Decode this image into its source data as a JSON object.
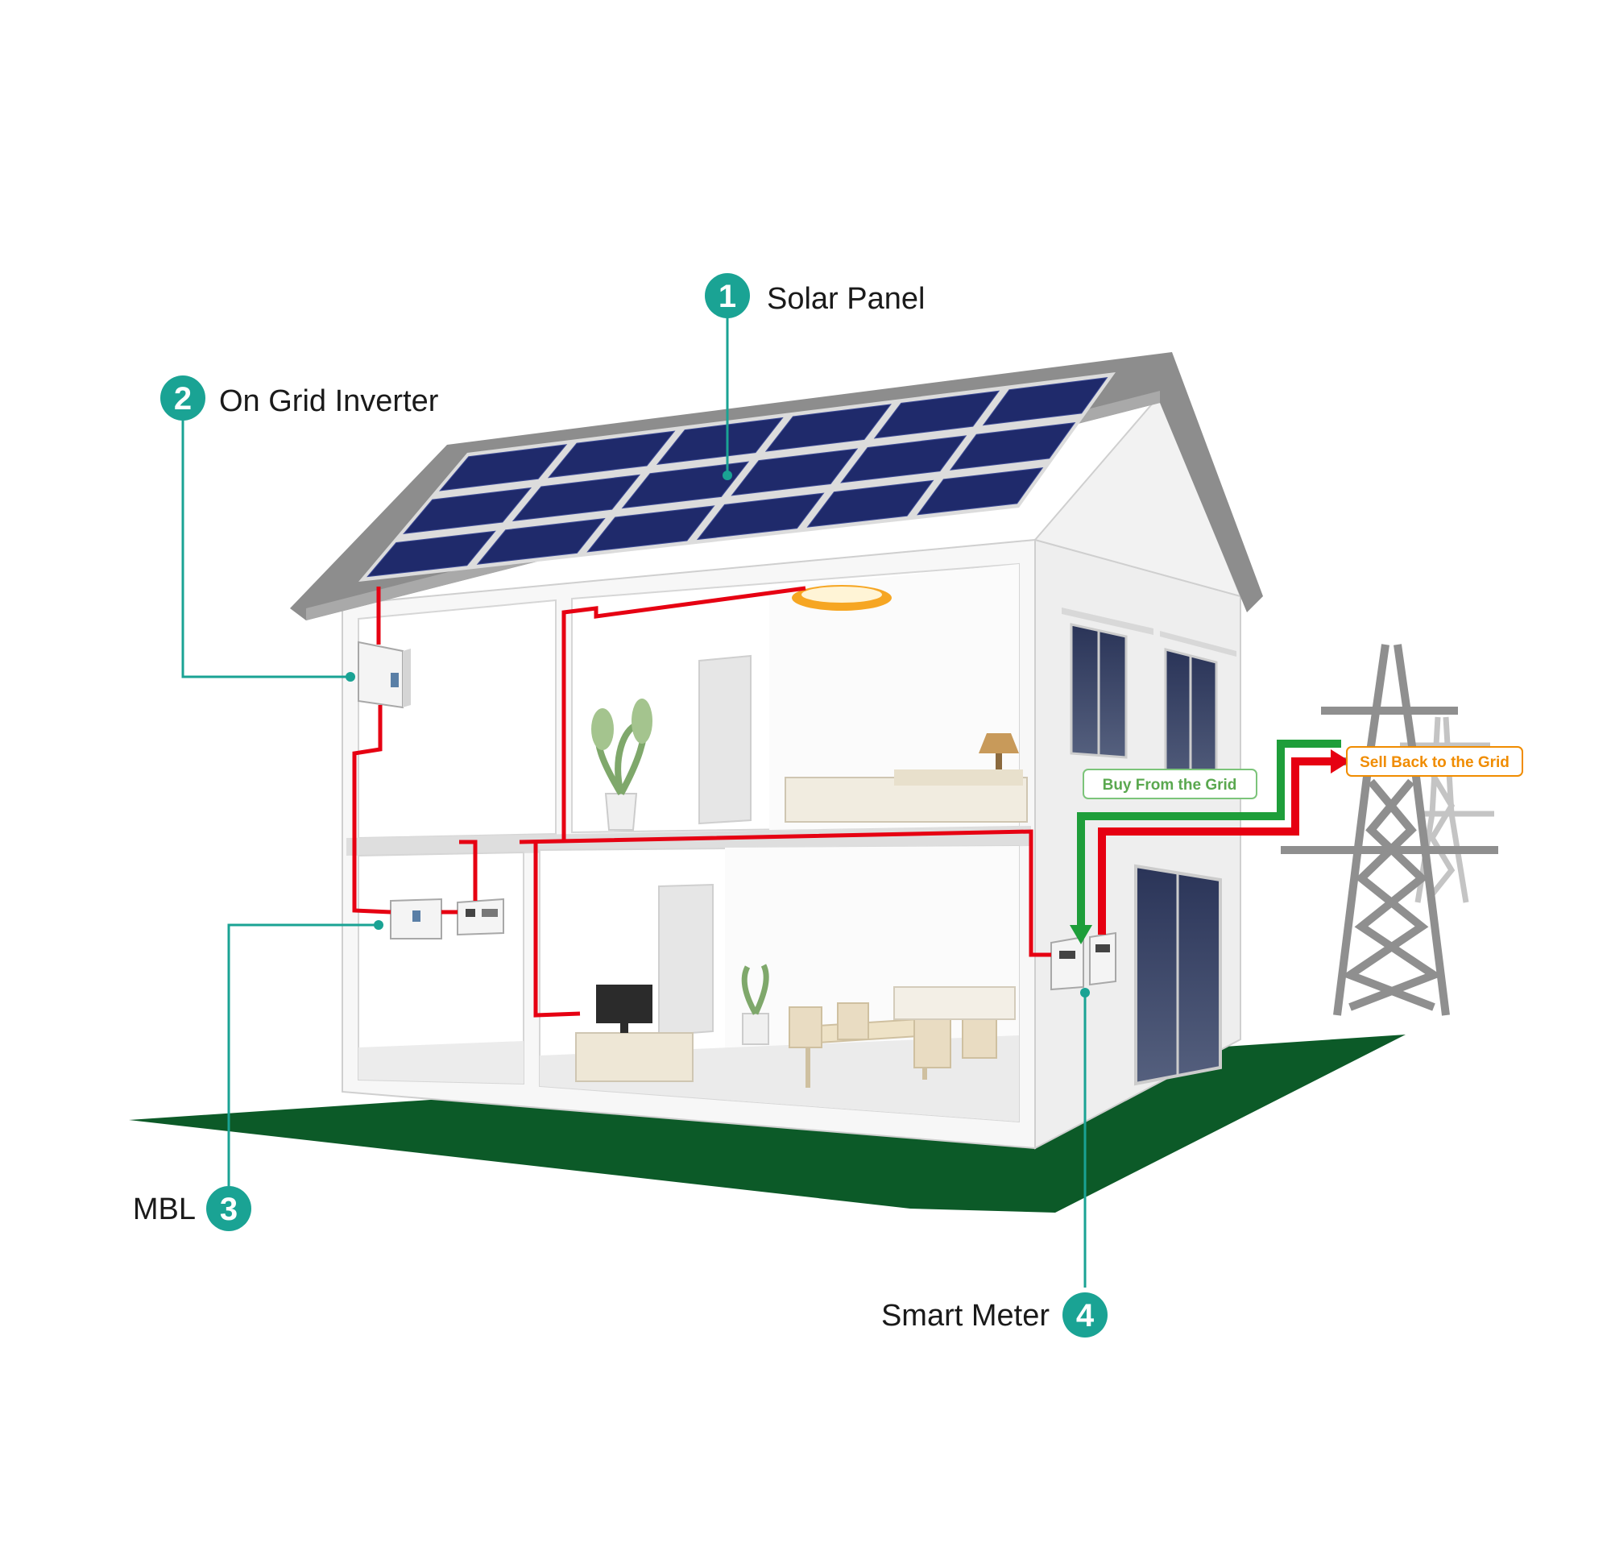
{
  "callouts": [
    {
      "num": "1",
      "label": "Solar Panel"
    },
    {
      "num": "2",
      "label": "On Grid Inverter"
    },
    {
      "num": "3",
      "label": "MBL"
    },
    {
      "num": "4",
      "label": "Smart Meter"
    }
  ],
  "flows": {
    "buy": "Buy From the Grid",
    "sell": "Sell Back to the Grid"
  },
  "colors": {
    "accent": "#1aa394",
    "wire": "#e60012",
    "buy": "#1e9e3a",
    "sell": "#e60012",
    "sell_text": "#f08c00",
    "ground": "#0c5a28",
    "panel": "#1f2a6b",
    "roof": "#8d8d8d"
  }
}
